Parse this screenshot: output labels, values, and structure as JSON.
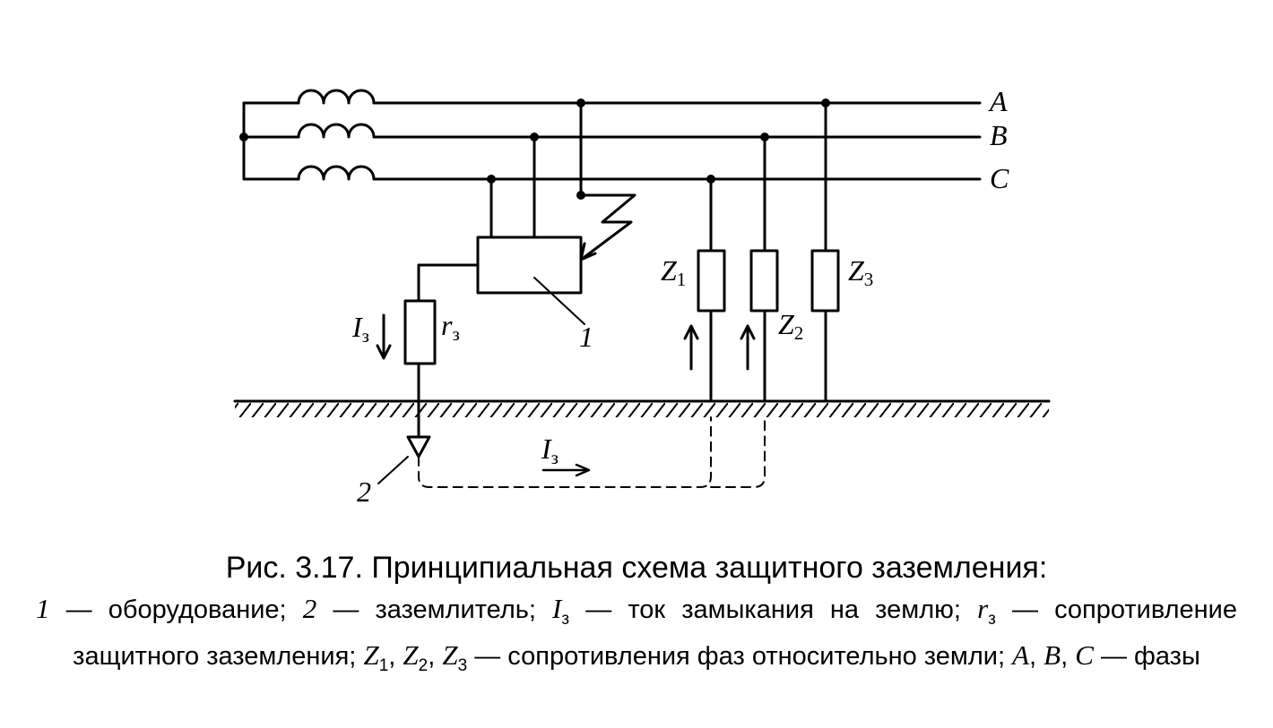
{
  "diagram": {
    "phase_labels": [
      "A",
      "B",
      "C"
    ],
    "equipment_label": "1",
    "electrode_label": "2",
    "current_label": "I",
    "current_sub": "з",
    "resistance_label": "r",
    "resistance_sub": "з",
    "impedances": [
      {
        "label": "Z",
        "sub": "1"
      },
      {
        "label": "Z",
        "sub": "2"
      },
      {
        "label": "Z",
        "sub": "3"
      }
    ]
  },
  "caption": {
    "title": "Рис. 3.17. Принципиальная схема защитного заземления:",
    "n1": "1",
    "t1": " — оборудование; ",
    "n2": "2",
    "t2": " — заземлитель; ",
    "i_label": "I",
    "i_sub": "з",
    "t3": " — ток замыкания на землю; ",
    "r_label": "r",
    "r_sub": "з",
    "t4": " — сопротивление защитного заземления; ",
    "z": "Z",
    "z1_sub": "1",
    "sep1": ", ",
    "z2_sub": "2",
    "sep2": ", ",
    "z3_sub": "3",
    "t5": " — сопротивления фаз относительно земли; ",
    "a": "A",
    "sep3": ", ",
    "b": "B",
    "sep4": ", ",
    "c": "C",
    "t6": " — фазы"
  }
}
